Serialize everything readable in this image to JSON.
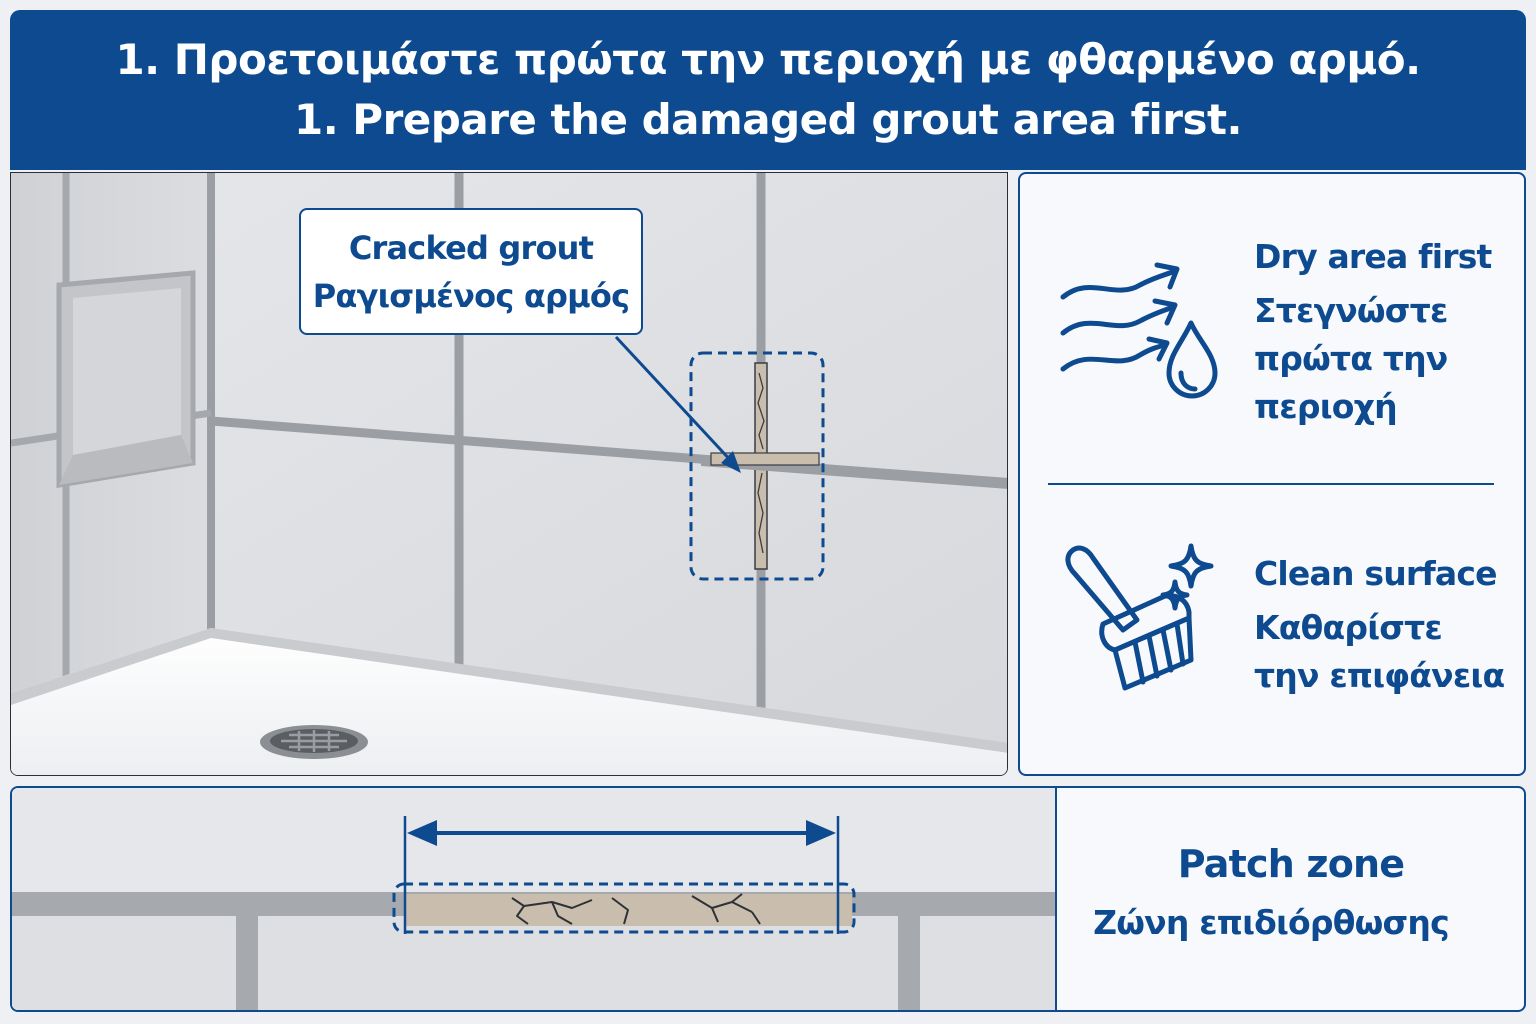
{
  "header": {
    "title_el": "1. Προετοιμάστε πρώτα την περιοχή με φθαρμένο αρμό.",
    "title_en": "1. Prepare the damaged grout area first."
  },
  "callout": {
    "en": "Cracked grout",
    "el": "Ραγισμένος αρμός"
  },
  "steps": [
    {
      "icon": "airflow-drop-icon",
      "en": "Dry area first",
      "el_lines": [
        "Στεγνώστε",
        "πρώτα την",
        "περιοχή"
      ]
    },
    {
      "icon": "scrub-brush-sparkle-icon",
      "en": "Clean surface",
      "el_lines": [
        "Καθαρίστε",
        "την επιφάνεια"
      ]
    }
  ],
  "patch": {
    "en": "Patch zone",
    "el": "Ζώνη επιδιόρθωσης"
  },
  "colors": {
    "brand_blue": "#0d4a8f",
    "tile": "#dedfe2",
    "grout": "#9b9ea3",
    "damaged_grout": "#c9beae"
  }
}
